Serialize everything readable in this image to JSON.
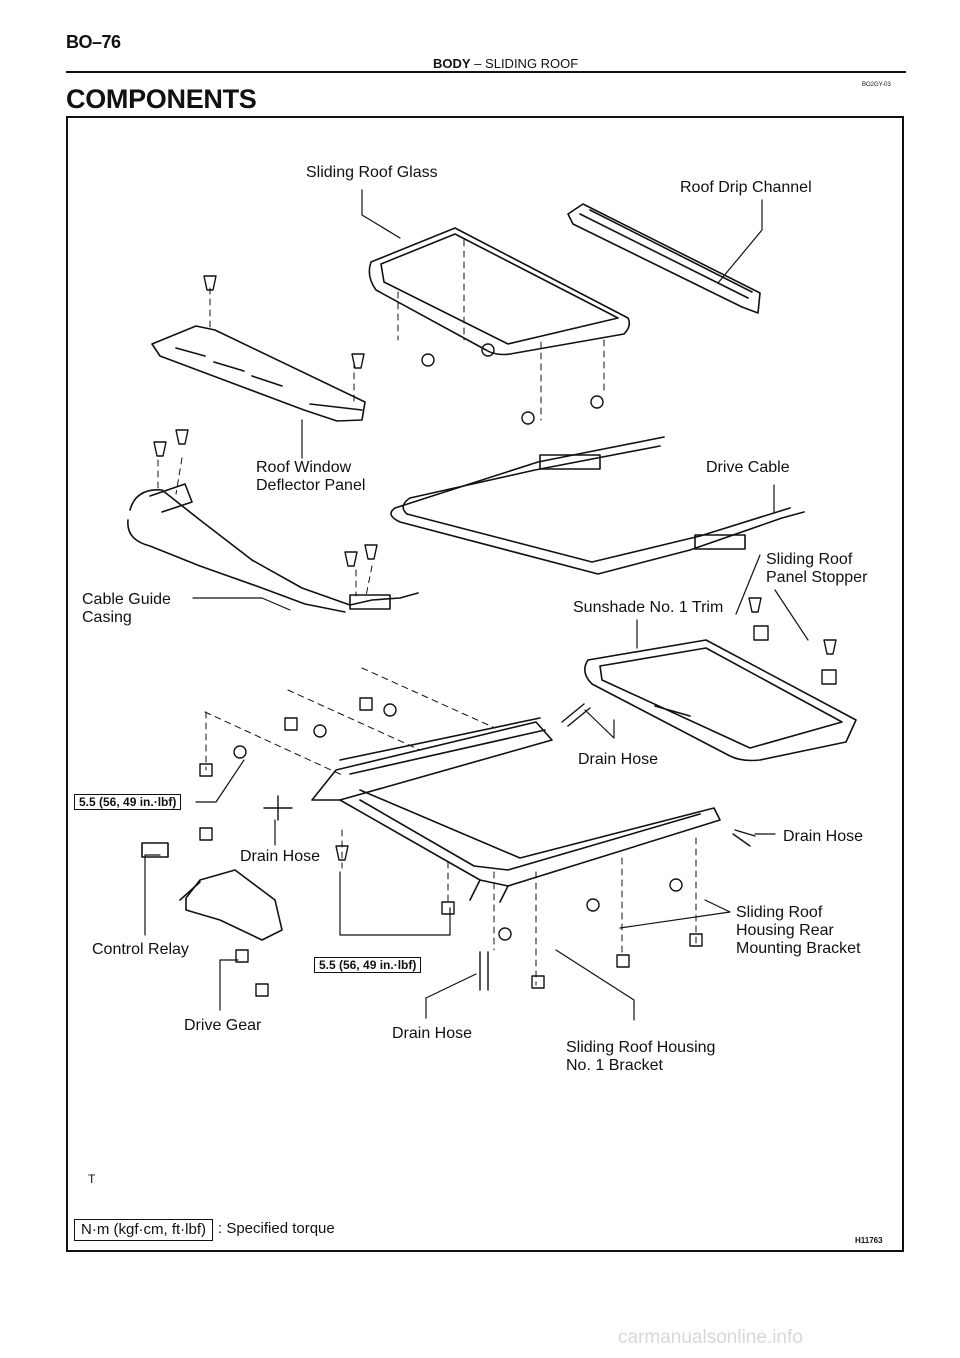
{
  "header": {
    "page_number": "BO–76",
    "section_prefix": "BODY",
    "section_separator": "–",
    "section_name": "SLIDING ROOF",
    "doc_code": "BO2GY-03"
  },
  "title": "COMPONENTS",
  "labels": {
    "sliding_roof_glass": "Sliding Roof Glass",
    "roof_drip_channel": "Roof Drip Channel",
    "roof_window_deflector_1": "Roof Window",
    "roof_window_deflector_2": "Deflector Panel",
    "drive_cable": "Drive Cable",
    "sliding_roof_panel_stopper_1": "Sliding Roof",
    "sliding_roof_panel_stopper_2": "Panel Stopper",
    "cable_guide_casing_1": "Cable Guide",
    "cable_guide_casing_2": "Casing",
    "sunshade_trim": "Sunshade No. 1 Trim",
    "drain_hose_center": "Drain Hose",
    "drain_hose_right": "Drain Hose",
    "drain_hose_left": "Drain Hose",
    "drain_hose_bottom": "Drain Hose",
    "control_relay": "Control Relay",
    "drive_gear": "Drive Gear",
    "rear_bracket_1": "Sliding Roof",
    "rear_bracket_2": "Housing Rear",
    "rear_bracket_3": "Mounting Bracket",
    "housing_bracket_1": "Sliding Roof Housing",
    "housing_bracket_2": "No. 1 Bracket"
  },
  "torque_specs": {
    "left": "5.5 (56, 49 in.·lbf)",
    "center": "5.5 (56, 49 in.·lbf)"
  },
  "legend": {
    "unit_box": "N·m (kgf·cm, ft·lbf)",
    "description": ": Specified torque"
  },
  "footer": {
    "t_mark": "T",
    "figure_code": "H11763",
    "watermark": "carmanualsonline.info"
  }
}
